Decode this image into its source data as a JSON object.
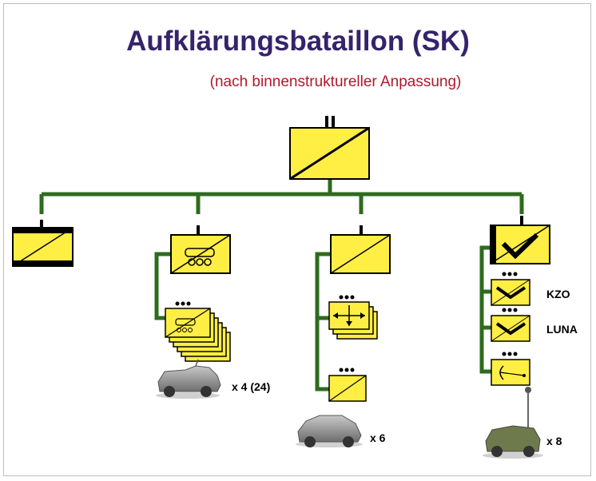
{
  "title": "Aufklärungsbataillon (SK)",
  "subtitle": "(nach binnenstruktureller Anpassung)",
  "colors": {
    "unit_fill": "#ffee44",
    "line": "#2e6b1e",
    "title": "#35236b",
    "subtitle": "#b2182b"
  },
  "labels": {
    "vehicle_count_1": "x 4 (24)",
    "vehicle_count_2": "x 6",
    "vehicle_count_3": "x 8",
    "kzo": "KZO",
    "luna": "LUNA"
  },
  "icons": [
    "hq-unit-icon",
    "supply-unit-icon",
    "armored-recon-unit-icon",
    "recon-unit-icon",
    "drone-unit-icon",
    "drone-icon",
    "radar-icon",
    "vehicle-icon"
  ]
}
